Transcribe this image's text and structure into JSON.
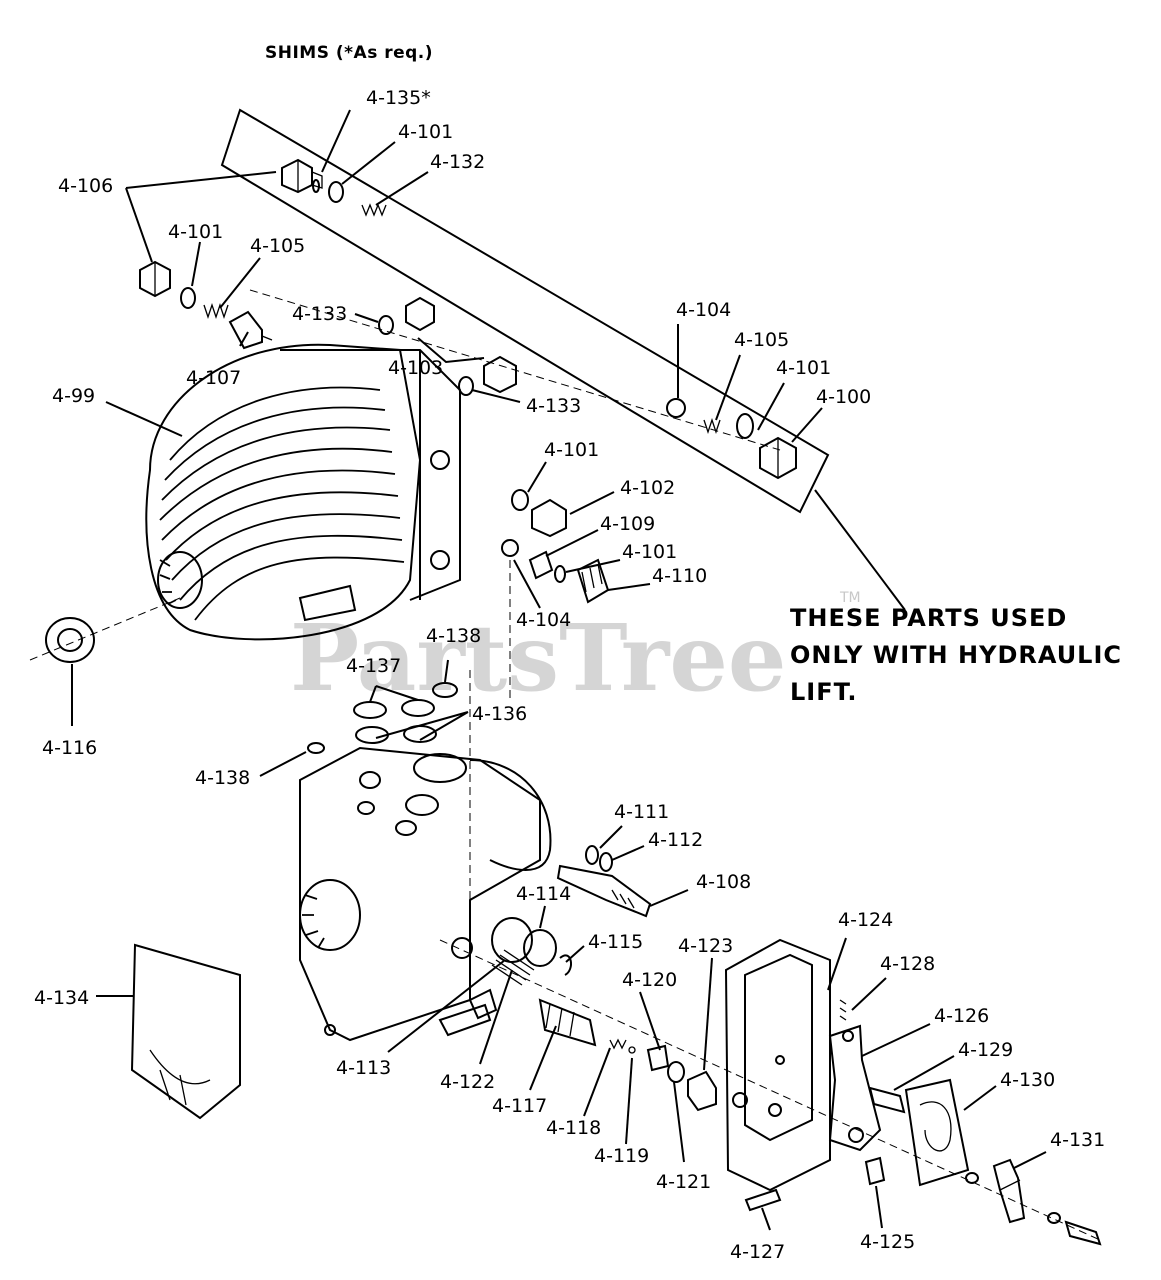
{
  "diagram": {
    "header_note": "SHIMS (*As req.)",
    "hydraulic_note": [
      "THESE PARTS USED",
      "ONLY WITH HYDRAULIC",
      "LIFT."
    ],
    "watermark": "PartsTree",
    "trademark": "TM",
    "labels": {
      "l4_135": "4-135*",
      "l4_101_a": "4-101",
      "l4_132": "4-132",
      "l4_106": "4-106",
      "l4_101_b": "4-101",
      "l4_105_a": "4-105",
      "l4_133_a": "4-133",
      "l4_103": "4-103",
      "l4_107": "4-107",
      "l4_99": "4-99",
      "l4_133_b": "4-133",
      "l4_104_a": "4-104",
      "l4_105_b": "4-105",
      "l4_101_c": "4-101",
      "l4_100": "4-100",
      "l4_101_d": "4-101",
      "l4_102": "4-102",
      "l4_109": "4-109",
      "l4_101_e": "4-101",
      "l4_110": "4-110",
      "l4_104_b": "4-104",
      "l4_138_a": "4-138",
      "l4_137": "4-137",
      "l4_136": "4-136",
      "l4_116": "4-116",
      "l4_138_b": "4-138",
      "l4_111": "4-111",
      "l4_112": "4-112",
      "l4_108": "4-108",
      "l4_114": "4-114",
      "l4_115": "4-115",
      "l4_123": "4-123",
      "l4_124": "4-124",
      "l4_128": "4-128",
      "l4_120": "4-120",
      "l4_126": "4-126",
      "l4_129": "4-129",
      "l4_130": "4-130",
      "l4_134": "4-134",
      "l4_113": "4-113",
      "l4_122": "4-122",
      "l4_117": "4-117",
      "l4_118": "4-118",
      "l4_119": "4-119",
      "l4_121": "4-121",
      "l4_131": "4-131",
      "l4_127": "4-127",
      "l4_125": "4-125"
    }
  }
}
